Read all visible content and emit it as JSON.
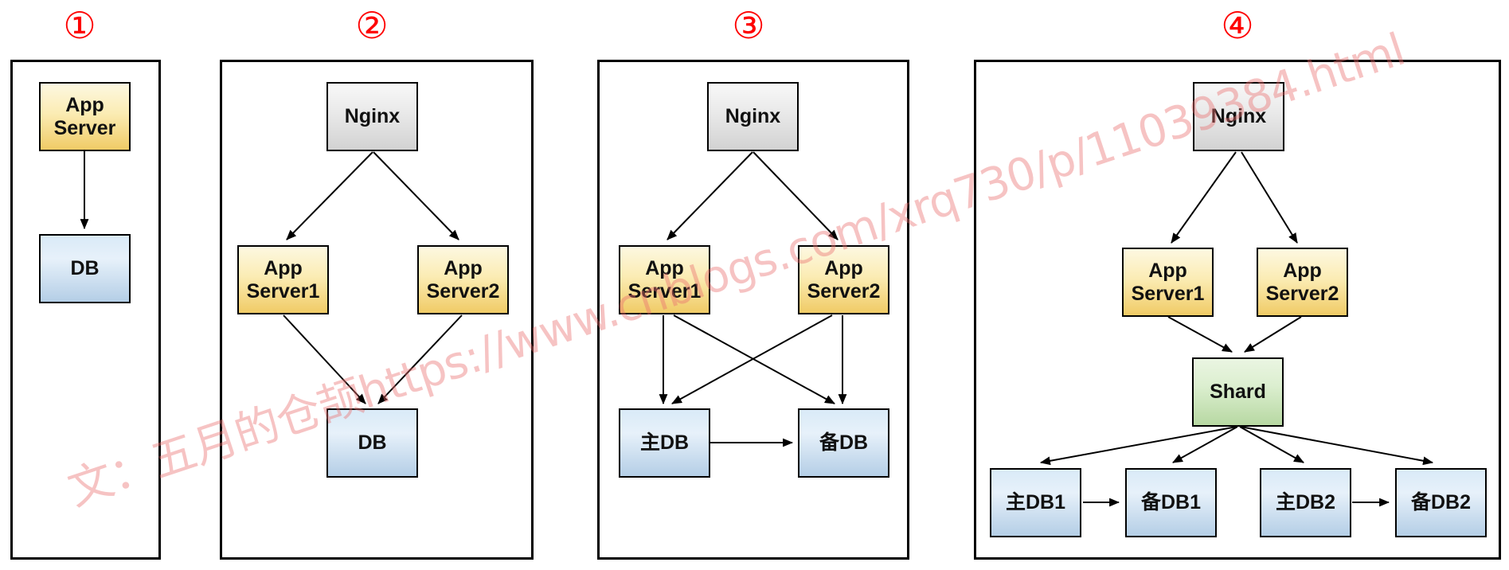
{
  "title": "Database architecture evolution diagram (4 stages)",
  "watermark": {
    "text": "文：五月的仓颉https://www.cnblogs.com/xrq730/p/11039384.html",
    "color": "rgba(234,112,112,0.42)"
  },
  "colors": {
    "step_number_red": "#fe0000",
    "app_box_top": "#fdf8e1",
    "app_box_bottom": "#f0cb66",
    "proxy_box_top": "#f8f8f8",
    "proxy_box_bottom": "#d2d2d2",
    "db_box_top": "#d9eaf7",
    "db_box_bottom": "#b4cee6",
    "shard_box_top": "#eaf5e2",
    "shard_box_bottom": "#b7d8a2",
    "line_color": "#000000"
  },
  "panels": [
    {
      "number": "①",
      "nodes": [
        {
          "label": "App\nServer",
          "type": "app"
        },
        {
          "label": "DB",
          "type": "db"
        }
      ],
      "edges": [
        "App Server→DB"
      ]
    },
    {
      "number": "②",
      "nodes": [
        {
          "label": "Nginx",
          "type": "proxy"
        },
        {
          "label": "App\nServer1",
          "type": "app"
        },
        {
          "label": "App\nServer2",
          "type": "app"
        },
        {
          "label": "DB",
          "type": "db"
        }
      ],
      "edges": [
        "Nginx→App Server1",
        "Nginx→App Server2",
        "App Server1→DB",
        "App Server2→DB"
      ]
    },
    {
      "number": "③",
      "nodes": [
        {
          "label": "Nginx",
          "type": "proxy"
        },
        {
          "label": "App\nServer1",
          "type": "app"
        },
        {
          "label": "App\nServer2",
          "type": "app"
        },
        {
          "label": "主DB",
          "type": "db"
        },
        {
          "label": "备DB",
          "type": "db"
        }
      ],
      "edges": [
        "Nginx→App Server1",
        "Nginx→App Server2",
        "App Server1→主DB",
        "App Server1→备DB",
        "App Server2→主DB",
        "App Server2→备DB",
        "主DB→备DB"
      ]
    },
    {
      "number": "④",
      "nodes": [
        {
          "label": "Nginx",
          "type": "proxy"
        },
        {
          "label": "App\nServer1",
          "type": "app"
        },
        {
          "label": "App\nServer2",
          "type": "app"
        },
        {
          "label": "Shard",
          "type": "shard"
        },
        {
          "label": "主DB1",
          "type": "db"
        },
        {
          "label": "备DB1",
          "type": "db"
        },
        {
          "label": "主DB2",
          "type": "db"
        },
        {
          "label": "备DB2",
          "type": "db"
        }
      ],
      "edges": [
        "Nginx→App Server1",
        "Nginx→App Server2",
        "App Server1→Shard",
        "App Server2→Shard",
        "Shard→主DB1",
        "Shard→备DB1",
        "Shard→主DB2",
        "Shard→备DB2",
        "主DB1→备DB1",
        "主DB2→备DB2"
      ]
    }
  ]
}
